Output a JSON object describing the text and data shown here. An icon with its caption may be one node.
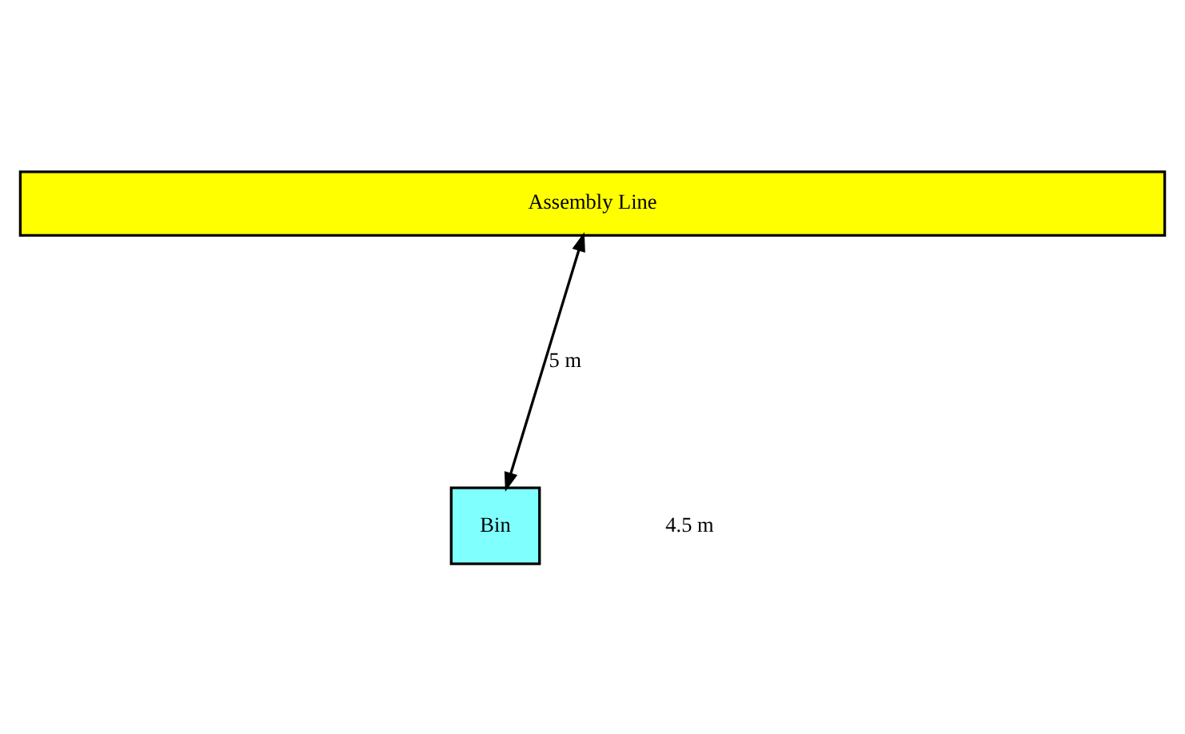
{
  "diagram": {
    "nodes": [
      {
        "text": [
          "Assembly Line"
        ]
      },
      {
        "text": [
          "Bin"
        ]
      }
    ],
    "edges": [
      {
        "from": 0,
        "to": 1,
        "arrow": "both",
        "label": "5 m"
      }
    ],
    "labels": [
      "4.5 m"
    ]
  }
}
